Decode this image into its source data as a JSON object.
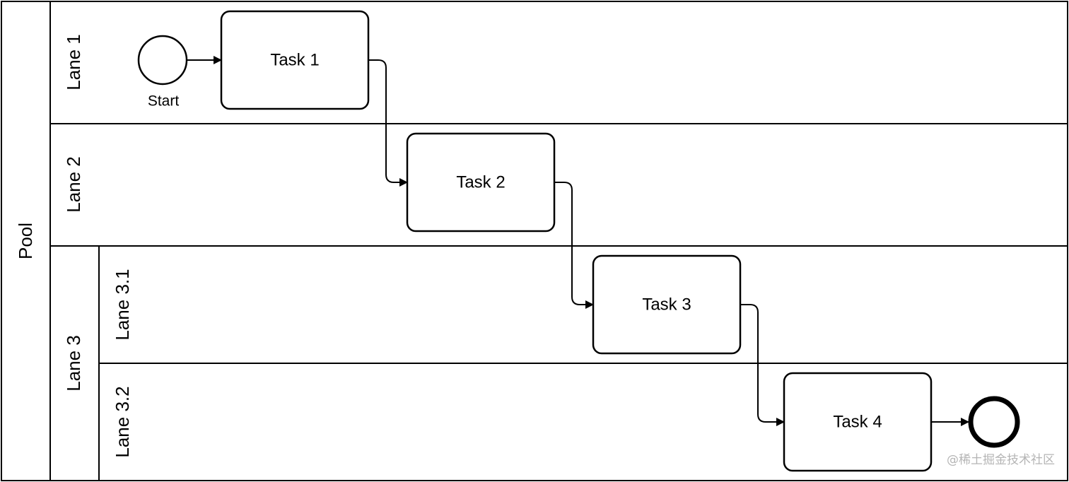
{
  "pool": {
    "label": "Pool"
  },
  "lanes": [
    {
      "id": "lane1",
      "label": "Lane 1"
    },
    {
      "id": "lane2",
      "label": "Lane 2"
    },
    {
      "id": "lane3",
      "label": "Lane 3",
      "sublanes": [
        {
          "id": "lane31",
          "label": "Lane 3.1"
        },
        {
          "id": "lane32",
          "label": "Lane 3.2"
        }
      ]
    }
  ],
  "events": {
    "start": {
      "label": "Start"
    },
    "end": {
      "label": ""
    }
  },
  "tasks": [
    {
      "id": "task1",
      "label": "Task 1"
    },
    {
      "id": "task2",
      "label": "Task 2"
    },
    {
      "id": "task3",
      "label": "Task 3"
    },
    {
      "id": "task4",
      "label": "Task 4"
    }
  ],
  "watermark": {
    "text": "@稀土掘金技术社区"
  },
  "colors": {
    "stroke": "#000000",
    "background": "#ffffff",
    "watermark": "#b5b5b5"
  }
}
